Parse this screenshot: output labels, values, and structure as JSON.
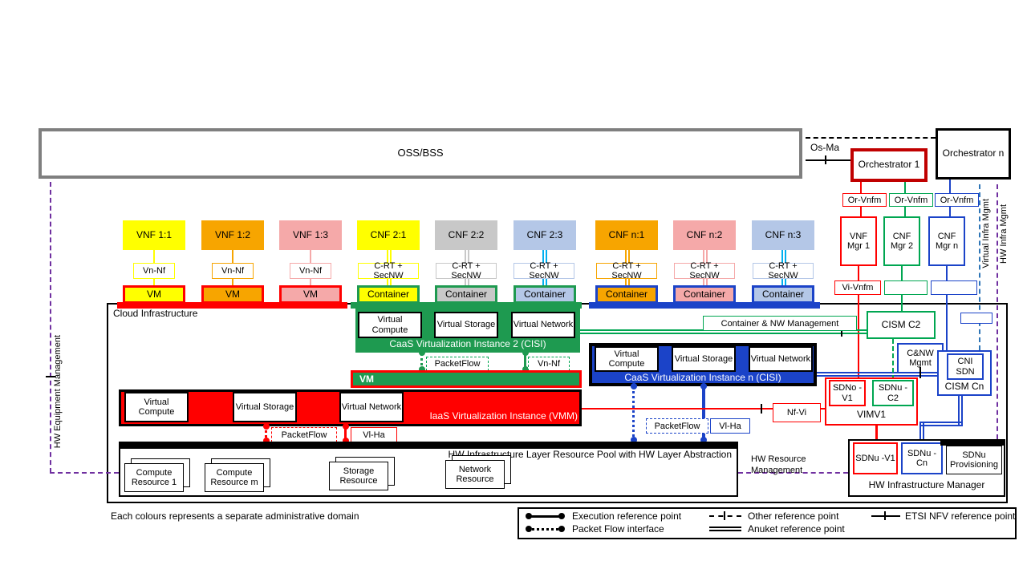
{
  "palette": {
    "yellow": "#FFFF00",
    "orange": "#F7A500",
    "pink": "#F5A9A9",
    "gray": "#C8C8C8",
    "lightblue": "#B4C7E7",
    "green": "#1E9A50",
    "green_line": "#00A651",
    "blue": "#1B43C8",
    "red": "#FF0000",
    "dark_red": "#C00000",
    "cyan": "#00B0F0",
    "purple": "#7030A0",
    "blue_dash": "#2E75B6",
    "gray_border": "#7F7F7F",
    "black": "#000000"
  },
  "top": {
    "oss_bss": "OSS/BSS",
    "os_ma": "Os-Ma",
    "orchestrator_1": "Orchestrator 1",
    "orchestrator_n": "Orchestrator n"
  },
  "managers": {
    "or_vnfm_1": "Or-Vnfm",
    "or_vnfm_2": "Or-Vnfm",
    "or_vnfm_3": "Or-Vnfm",
    "vnf_mgr_1": "VNF Mgr 1",
    "cnf_mgr_2": "CNF Mgr 2",
    "cnf_mgr_n": "CNF Mgr n",
    "vi_vnfm": "Vi-Vnfm"
  },
  "nfs": [
    {
      "label": "VNF 1:1",
      "sub": "Vn-Nf",
      "host": "VM"
    },
    {
      "label": "VNF 1:2",
      "sub": "Vn-Nf",
      "host": "VM"
    },
    {
      "label": "VNF 1:3",
      "sub": "Vn-Nf",
      "host": "VM"
    },
    {
      "label": "CNF 2:1",
      "sub": "C-RT + SecNW",
      "host": "Container"
    },
    {
      "label": "CNF 2:2",
      "sub": "C-RT + SecNW",
      "host": "Container"
    },
    {
      "label": "CNF 2:3",
      "sub": "C-RT + SecNW",
      "host": "Container"
    },
    {
      "label": "CNF n:1",
      "sub": "C-RT + SecNW",
      "host": "Container"
    },
    {
      "label": "CNF n:2",
      "sub": "C-RT + SecNW",
      "host": "Container"
    },
    {
      "label": "CNF n:3",
      "sub": "C-RT + SecNW",
      "host": "Container"
    }
  ],
  "cloud": {
    "title": "Cloud Infrastructure",
    "caas2_title": "CaaS Virtualization Instance 2 (CISI)",
    "caasn_title": "CaaS Virtualization Instance n (CISI)",
    "virtual_compute": "Virtual Compute",
    "virtual_storage": "Virtual Storage",
    "virtual_network": "Virtual Network",
    "vm_bar": "VM",
    "iaas_title": "IaaS Virtualization Instance (VMM)",
    "packetflow": "PacketFlow",
    "vn_nf": "Vn-Nf",
    "vl_ha": "Vl-Ha",
    "hw_pool": "HW Infrastructure Layer Resource Pool with HW Layer Abstraction",
    "resources": [
      "Compute Resource 1",
      "Compute Resource m",
      "Storage Resource",
      "Network Resource"
    ]
  },
  "right": {
    "container_nw_mgmt": "Container & NW Management",
    "cism_c2": "CISM C2",
    "cnw_mgmt": "C&NW Mgmt",
    "cni_sdn": "CNI SDN",
    "cism_cn": "CISM Cn",
    "sdno_v1": "SDNo -V1",
    "sdnu_c2": "SDNu -C2",
    "vimv1": "VIMV1",
    "nf_vi": "Nf-Vi",
    "sdnu_v1": "SDNu -V1",
    "sdnu_cn": "SDNu -Cn",
    "sdnu_prov": "SDNu Provisioning",
    "hw_im_title": "HW Infrastructure Manager",
    "hw_resource_mgmt": "HW Resource Management",
    "virtual_infra_mgmt": "Virtual Infra Mgmt",
    "hw_infra_mgmt": "HW Infra Mgmt"
  },
  "left": {
    "hw_equipment_mgmt": "HW Equipment Management"
  },
  "legend": {
    "execution": "Execution reference point",
    "packet_flow": "Packet Flow interface",
    "other": "Other reference point",
    "anuket": "Anuket reference point",
    "etsi": "ETSI NFV reference point"
  },
  "footnote": "Each colours represents a separate administrative domain"
}
